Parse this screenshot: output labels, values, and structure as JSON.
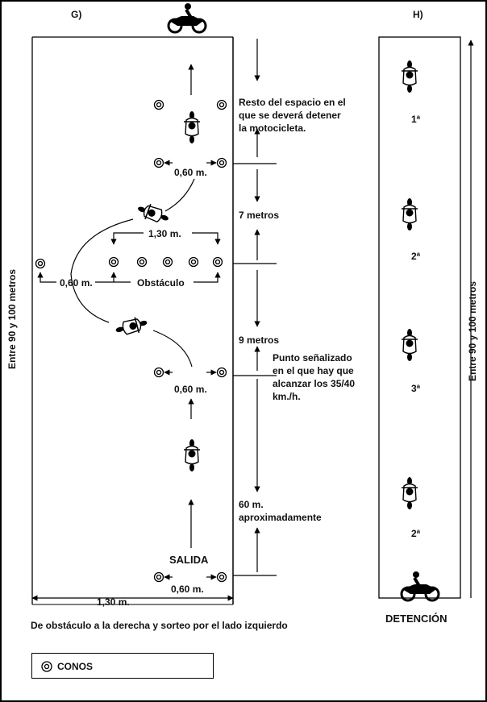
{
  "panels": {
    "g": {
      "label": "G)"
    },
    "h": {
      "label": "H)"
    }
  },
  "texts": {
    "rest_space": [
      "Resto del espacio en el",
      "que se deverá detener",
      "la motocicleta."
    ],
    "gap_060_top": "0,60 m.",
    "seven_m": "7 metros",
    "gap_130": "1,30 m.",
    "gap_060_left": "0,60 m.",
    "obstacle": "Obstáculo",
    "nine_m": "9 metros",
    "speed_point": [
      "Punto señalizado",
      "en el que hay que",
      "alcanzar los 35/40",
      "km./h."
    ],
    "gap_060_mid": "0,60 m.",
    "sixty_m": [
      "60 m.",
      "aproximadamente"
    ],
    "start": "SALIDA",
    "gap_060_bottom": "0,60 m.",
    "width_bottom": "1,30 m.",
    "caption": "De obstáculo a la derecha y sorteo por el lado izquierdo",
    "length_g": "Entre 90 y 100 metros",
    "length_h": "Entre 90 y 100 metros",
    "stop": "DETENCIÓN",
    "order": [
      "1ª",
      "2ª",
      "3ª",
      "2ª"
    ]
  },
  "legend": {
    "icon": "cone-icon",
    "label": "CONOS"
  }
}
